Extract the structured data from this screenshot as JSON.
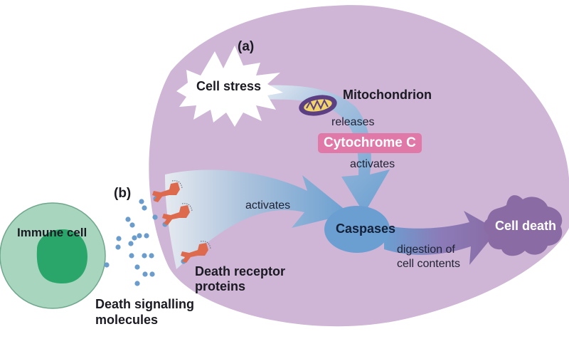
{
  "panel_labels": {
    "a": "(a)",
    "b": "(b)"
  },
  "nodes": {
    "cell_stress": "Cell stress",
    "mitochondrion": "Mitochondrion",
    "cytochrome_c": "Cytochrome C",
    "caspases": "Caspases",
    "cell_death": "Cell death",
    "immune_cell": "Immune cell",
    "death_receptor": [
      "Death receptor",
      "proteins"
    ],
    "death_signalling": [
      "Death signalling",
      "molecules"
    ]
  },
  "edges": {
    "releases": "releases",
    "activates_cytochrome": "activates",
    "activates_receptor": "activates",
    "digestion": [
      "digestion of",
      "cell contents"
    ]
  },
  "colors": {
    "cell_body": "#cfb5d6",
    "arrow_blue": "#6a9fd0",
    "caspase_blue": "#6b9fd1",
    "cell_death_purple": "#8a6ba3",
    "cytochrome_pink": "#e078a8",
    "immune_outer": "#a8d5bd",
    "immune_nucleus": "#2aa66a",
    "receptor_red": "#de6a4e",
    "molecule_blue": "#6a9ccc"
  }
}
